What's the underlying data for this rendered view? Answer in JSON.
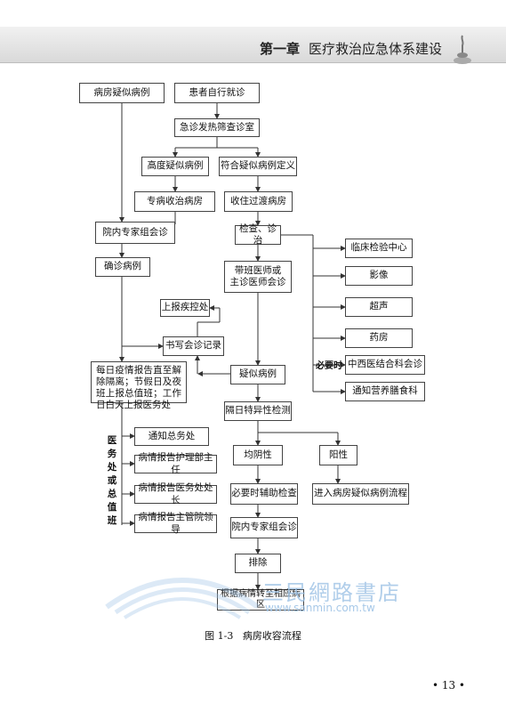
{
  "header": {
    "chapter_no": "第一章",
    "chapter_title": "医疗救治应急体系建设"
  },
  "nodes": {
    "ward_suspect": "病房疑似病例",
    "self_visit": "患者自行就诊",
    "fever_clinic": "急诊发热筛查诊室",
    "highly_suspect": "高度疑似病例",
    "meets_definition": "符合疑似病例定义",
    "dedicated_ward": "专病收治病房",
    "transition_ward": "收住过渡病房",
    "expert_consult": "院内专家组会诊",
    "exam_treat": "检查、诊治",
    "confirmed": "确诊病例",
    "doctor_consult": "带班医师或\n主诊医师会诊",
    "report_cdc": "上报疾控处",
    "write_record": "书写会诊记录",
    "daily_report": "每日疫情报告直至解除隔离；节假日及夜班上报总值班；工作日白天上报医务处",
    "suspect_case": "疑似病例",
    "specificity_test": "隔日特异性检测",
    "lab_center": "临床检验中心",
    "imaging": "影像",
    "ultrasound": "超声",
    "pharmacy": "药房",
    "tcm_dept": "中西医结合科会诊",
    "nutrition": "通知营养膳食科",
    "notify_general": "通知总务处",
    "report_nursing": "病情报告护理部主任",
    "report_medical": "病情报告医务处处长",
    "report_leader": "病情报告主管院领导",
    "negative": "均阴性",
    "positive": "阳性",
    "aux_exam": "必要时辅助检查",
    "expert_consult2": "院内专家组会诊",
    "enter_flow": "进入病房疑似病例流程",
    "exclude": "排除",
    "transfer": "根据病情转至相应病区"
  },
  "labels": {
    "when_needed": "必要时",
    "vertical": "医务处或总值班"
  },
  "caption": {
    "fig_no": "图 1-3",
    "title": "病房收容流程"
  },
  "page_number": "• 13 •",
  "watermark": {
    "text": "三民網路書店",
    "url": "www.sanmin.com.tw"
  }
}
